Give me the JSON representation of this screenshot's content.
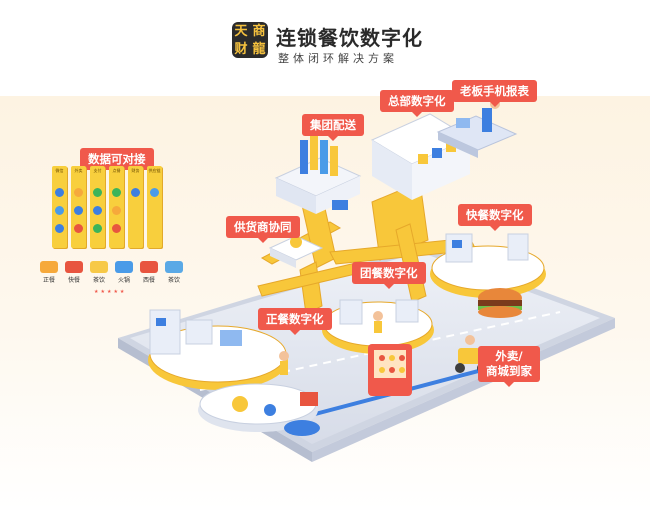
{
  "header": {
    "logo_chars": [
      "天",
      "商",
      "财",
      "龍"
    ],
    "title": "连锁餐饮数字化",
    "subtitle": "整体闭环解决方案"
  },
  "labels": {
    "data_integration": "数据可对接",
    "group_delivery": "集团配送",
    "hq_digital": "总部数字化",
    "boss_report": "老板手机报表",
    "supplier": "供货商协同",
    "fast_food": "快餐数字化",
    "group_meal": "团餐数字化",
    "formal_dining": "正餐数字化",
    "takeout_line1": "外卖/",
    "takeout_line2": "商城到家"
  },
  "panel_headers": [
    "微信",
    "外卖",
    "支付",
    "点餐",
    "财务",
    "供应链"
  ],
  "legend": [
    {
      "label": "正餐",
      "color": "#f6a93b"
    },
    {
      "label": "快餐",
      "color": "#e8553f"
    },
    {
      "label": "茶饮",
      "color": "#f7c948"
    },
    {
      "label": "火锅",
      "color": "#4a9be8"
    },
    {
      "label": "西餐",
      "color": "#e8553f"
    },
    {
      "label": "茶饮",
      "color": "#5aa9e6"
    }
  ],
  "colors": {
    "accent": "#f0594b",
    "yellow": "#f8c73a",
    "blue": "#3d7fe0",
    "road": "#dfe4ee"
  }
}
